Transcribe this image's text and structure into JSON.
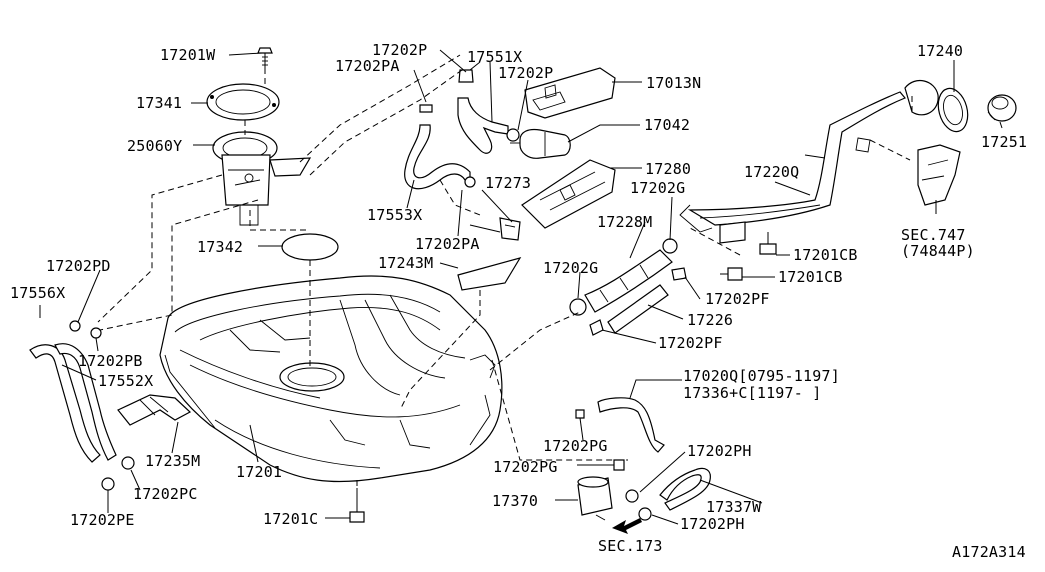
{
  "labels": {
    "p17201W": "17201W",
    "p17341": "17341",
    "p25060Y": "25060Y",
    "p17202P_a": "17202P",
    "p17202PA_a": "17202PA",
    "p17551X": "17551X",
    "p17202P_b": "17202P",
    "p17013N": "17013N",
    "p17042": "17042",
    "p17280": "17280",
    "p17273": "17273",
    "p17553X": "17553X",
    "p17202PA_b": "17202PA",
    "p17240": "17240",
    "p17251": "17251",
    "p17220Q": "17220Q",
    "p17202G_a": "17202G",
    "p17228M": "17228M",
    "pSEC747": "SEC.747",
    "p74844P": "(74844P)",
    "p17201CB_a": "17201CB",
    "p17201CB_b": "17201CB",
    "p17342": "17342",
    "p17243M": "17243M",
    "p17202PD": "17202PD",
    "p17556X": "17556X",
    "p17202G_b": "17202G",
    "p17202PF_a": "17202PF",
    "p17226": "17226",
    "p17202PF_b": "17202PF",
    "p17202PB": "17202PB",
    "p17552X": "17552X",
    "p17020Q": "17020Q[0795-1197]",
    "p17336C": "17336+C[1197-     ]",
    "p17235M": "17235M",
    "p17201": "17201",
    "p17202PG_a": "17202PG",
    "p17202PH_a": "17202PH",
    "p17202PG_b": "17202PG",
    "p17202PC": "17202PC",
    "p17337W": "17337W",
    "p17370": "17370",
    "p17202PE": "17202PE",
    "p17201C": "17201C",
    "p17202PH_b": "17202PH",
    "pSEC173": "SEC.173",
    "diagramCode": "A172A314"
  }
}
